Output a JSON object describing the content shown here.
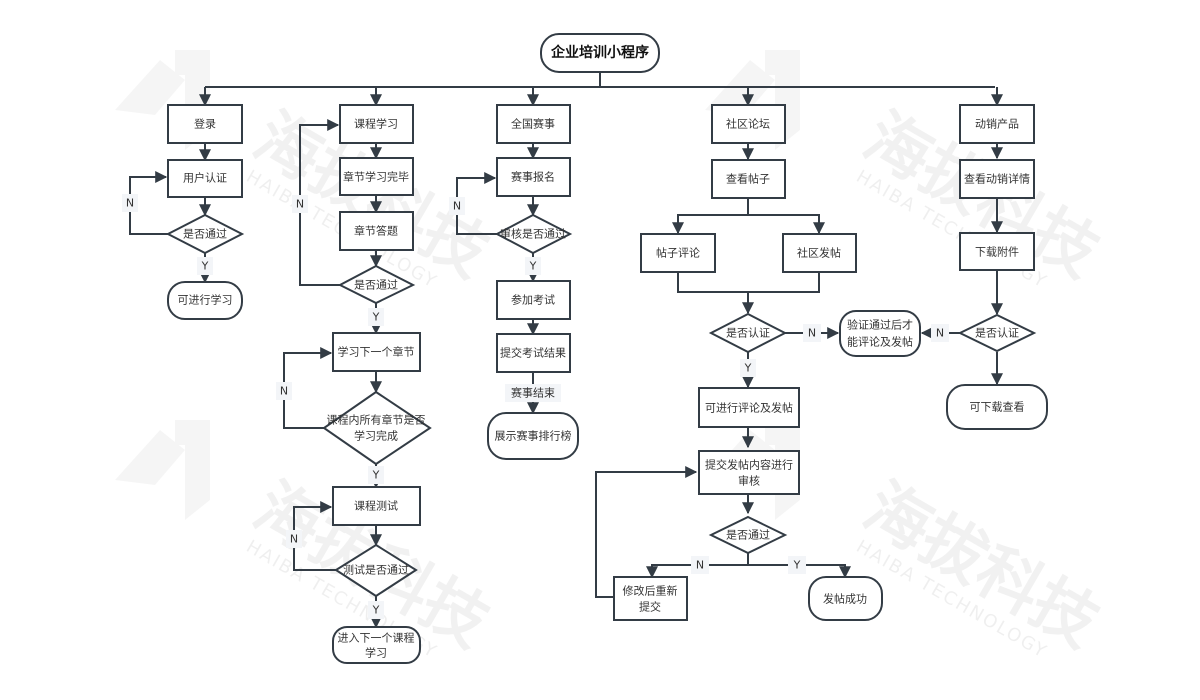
{
  "watermark": {
    "brand_cn": "海拔科技",
    "brand_en": "HAIBA TECHNOLOGY"
  },
  "flowchart": {
    "title": "企业培训小程序",
    "branches": {
      "login": {
        "login": "登录",
        "user_auth": "用户认证",
        "passed_q": "是否通过",
        "can_learn": "可进行学习"
      },
      "course": {
        "course_study": "课程学习",
        "chapter_done": "章节学习完毕",
        "chapter_quiz": "章节答题",
        "passed_q": "是否通过",
        "next_chapter": "学习下一个章节",
        "all_done_q_line1": "课程内所有章节是否",
        "all_done_q_line2": "学习完成",
        "course_test": "课程测试",
        "test_passed_q": "测试是否通过",
        "next_course_line1": "进入下一个课程",
        "next_course_line2": "学习"
      },
      "contest": {
        "national_contest": "全国赛事",
        "signup": "赛事报名",
        "review_q": "审核是否通过",
        "join_exam": "参加考试",
        "submit_result": "提交考试结果",
        "contest_end": "赛事结束",
        "show_ranking": "展示赛事排行榜"
      },
      "forum": {
        "forum": "社区论坛",
        "view_posts": "查看帖子",
        "comment": "帖子评论",
        "post": "社区发帖",
        "certified_q": "是否认证",
        "verify_needed_line1": "验证通过后才",
        "verify_needed_line2": "能评论及发帖",
        "can_post": "可进行评论及发帖",
        "submit_review_line1": "提交发帖内容进行",
        "submit_review_line2": "审核",
        "passed_q": "是否通过",
        "modify_line1": "修改后重新",
        "modify_line2": "提交",
        "post_success": "发帖成功"
      },
      "product": {
        "products": "动销产品",
        "details": "查看动销详情",
        "download": "下载附件",
        "certified_q": "是否认证",
        "can_download": "可下载查看"
      }
    },
    "edge_labels": {
      "yes": "Y",
      "no": "N"
    }
  }
}
